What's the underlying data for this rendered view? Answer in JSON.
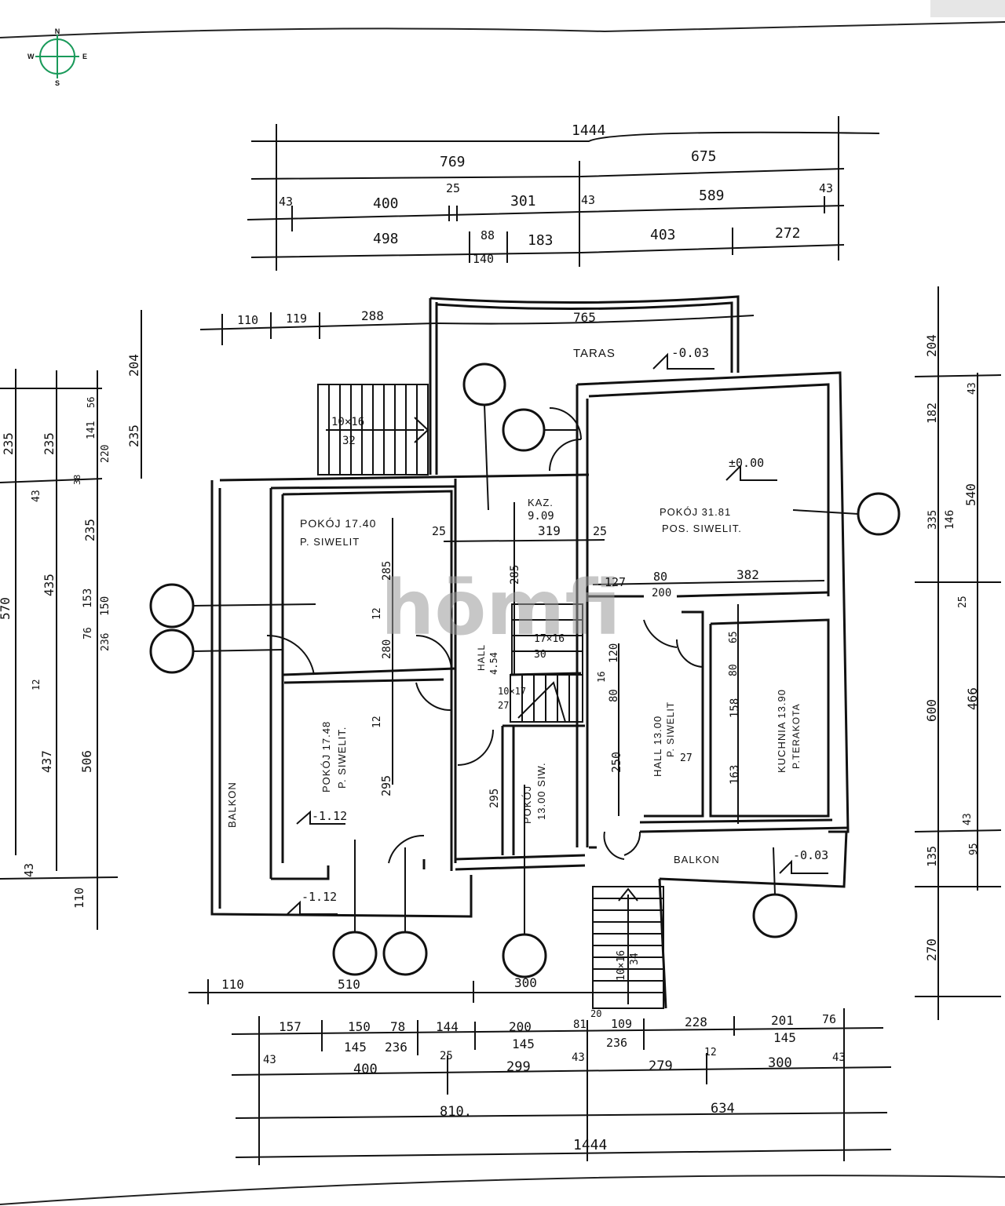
{
  "compass": {
    "n": "N",
    "s": "S",
    "e": "E",
    "w": "W",
    "color": "#1a9a5a"
  },
  "watermark": "hōmfi",
  "rooms": {
    "taras": "TARAS",
    "taras_level": "-0.03",
    "pokoj_main": "POKÓJ 31.81",
    "pokoj_main_floor": "POS. SIWELIT.",
    "pokoj_main_level": "±0.00",
    "pokoj_a": "POKÓJ 17.40",
    "pokoj_a_floor": "P. SIWELIT",
    "kaz": "KAZ.",
    "kaz_area": "9.09",
    "pokoj_b": "POKÓJ 17.48",
    "pokoj_b_floor": "P. SIWELIT.",
    "pokoj_b_level": "-1.12",
    "hall_small": "HALL",
    "hall_small_area": "4.54",
    "pokoj_c": "POKÓJ",
    "pokoj_c_floor": "13.00 SIW.",
    "hall_big": "HALL 13.00",
    "hall_big_floor": "P. SIWELIT",
    "kuchnia": "KUCHNIA 13.90",
    "kuchnia_floor": "P.TERAKOTA",
    "balkon_left": "BALKON",
    "balkon_bottom": "BALKON",
    "balkon_level": "-0.03",
    "outside_level": "-1.12",
    "stairs_top": "10×16",
    "stairs_top_b": "32",
    "stairs_mid": "17×16",
    "stairs_mid_b": "30",
    "stairs_low": "10×17",
    "stairs_low_b": "27",
    "stairs_bottom": "10×16",
    "stairs_bottom_b": "34"
  },
  "dims": {
    "top": {
      "row1": [
        "1444"
      ],
      "row2": [
        "769",
        "675"
      ],
      "row3": [
        "43",
        "400",
        "25",
        "301",
        "43",
        "589",
        "43"
      ],
      "row4": [
        "498",
        "88",
        "140",
        "183",
        "403",
        "272"
      ]
    },
    "upper": [
      "110",
      "119",
      "288",
      "765"
    ],
    "interior": [
      "25",
      "319",
      "25",
      "285",
      "285",
      "280",
      "12",
      "12",
      "295",
      "295",
      "127",
      "80",
      "200",
      "382",
      "120",
      "16",
      "80",
      "250",
      "65",
      "80",
      "158",
      "163",
      "27"
    ],
    "left": [
      "235",
      "235",
      "56",
      "141",
      "220",
      "204",
      "235",
      "43",
      "38",
      "235",
      "435",
      "153",
      "150",
      "570",
      "76",
      "236",
      "12",
      "437",
      "506",
      "43",
      "110"
    ],
    "right": [
      "204",
      "43",
      "182",
      "335",
      "146",
      "540",
      "25",
      "600",
      "466",
      "43",
      "95",
      "135",
      "270"
    ],
    "bottom": {
      "row1": [
        "110",
        "510",
        "300"
      ],
      "row2": [
        "157",
        "150",
        "145",
        "78",
        "236",
        "144",
        "200",
        "145",
        "81",
        "20",
        "109",
        "236",
        "228",
        "201",
        "145",
        "76"
      ],
      "row3": [
        "43",
        "400",
        "25",
        "299",
        "43",
        "279",
        "12",
        "300",
        "43"
      ],
      "row4": [
        "810.",
        "634"
      ],
      "row5": [
        "1444"
      ]
    }
  }
}
